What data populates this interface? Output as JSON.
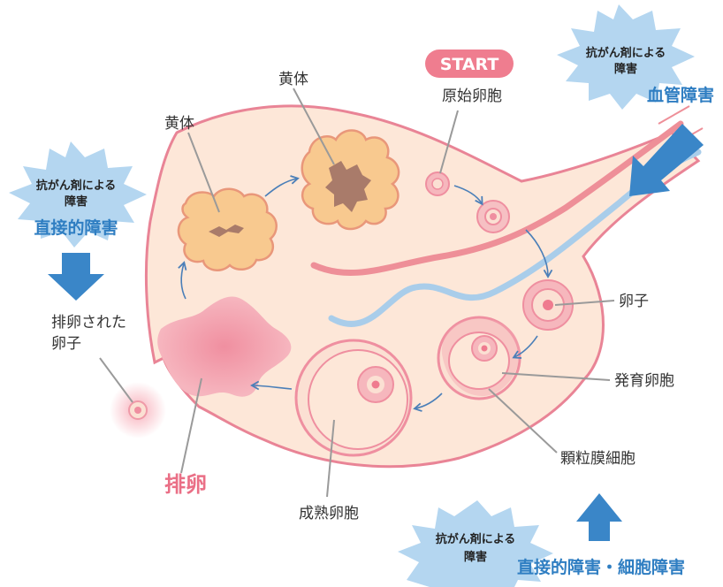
{
  "start_label": "START",
  "labels": {
    "primordial_follicle": "原始卵胞",
    "corpus_luteum_1": "黄体",
    "corpus_luteum_2": "黄体",
    "oocyte": "卵子",
    "growing_follicle": "発育卵胞",
    "granulosa_cells": "顆粒膜細胞",
    "mature_follicle": "成熟卵胞",
    "ovulated_oocyte_line1": "排卵された",
    "ovulated_oocyte_line2": "卵子",
    "ovulation": "排卵"
  },
  "bursts": [
    {
      "line1": "抗がん剤による",
      "line2": "障害"
    },
    {
      "line1": "抗がん剤による",
      "line2": "障害"
    },
    {
      "line1": "抗がん剤による",
      "line2": "障害"
    }
  ],
  "damage_labels": {
    "direct": "直接的障害",
    "vascular": "血管障害",
    "direct_cell": "直接的障害・細胞障害"
  },
  "colors": {
    "ovary_fill": "#fde7d8",
    "ovary_stroke": "#e98496",
    "follicle_pink": "#f4a9b1",
    "luteum_fill": "#f8c98f",
    "luteum_core": "#a97b6a",
    "vessel_red": "#ee8f98",
    "vessel_blue": "#a9cdea",
    "arrow_blue": "#3a86c8",
    "burst_fill": "#b4d6f0",
    "start_badge": "#ef7d8f"
  }
}
